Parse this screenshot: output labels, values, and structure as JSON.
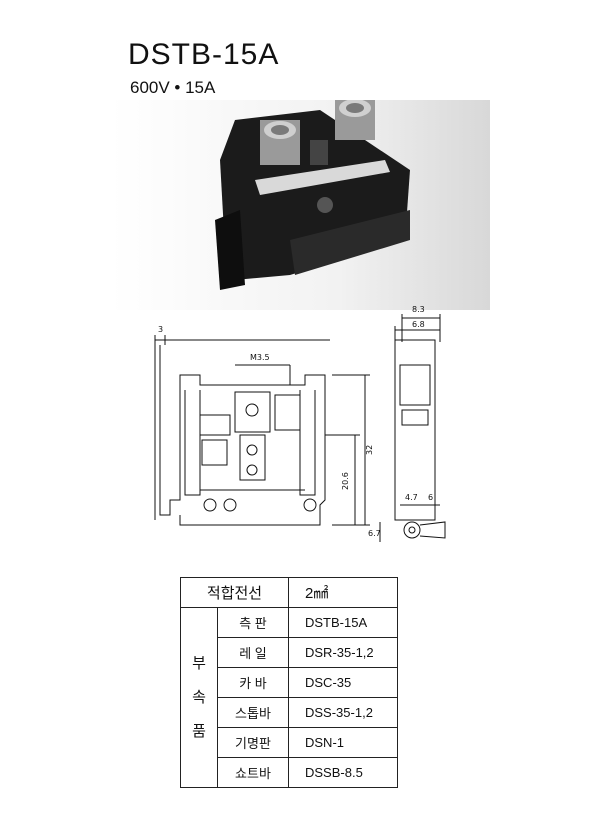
{
  "product": {
    "model": "DSTB-15A",
    "rating": "600V • 15A"
  },
  "drawing": {
    "dims": {
      "d3": "3",
      "m35": "M3.5",
      "d32": "32",
      "d206": "20.6",
      "d83": "8.3",
      "d68": "6.8",
      "d47": "4.7",
      "d6": "6",
      "d67": "6.7"
    }
  },
  "table": {
    "header_label": "적합전선",
    "header_value": "2㎟",
    "group_chars": [
      "부",
      "속",
      "품"
    ],
    "rows": [
      {
        "label": "측  판",
        "value": "DSTB-15A"
      },
      {
        "label": "레  일",
        "value": "DSR-35-1,2"
      },
      {
        "label": "카  바",
        "value": "DSC-35"
      },
      {
        "label": "스톱바",
        "value": "DSS-35-1,2"
      },
      {
        "label": "기명판",
        "value": "DSN-1"
      },
      {
        "label": "쇼트바",
        "value": "DSSB-8.5"
      }
    ]
  }
}
